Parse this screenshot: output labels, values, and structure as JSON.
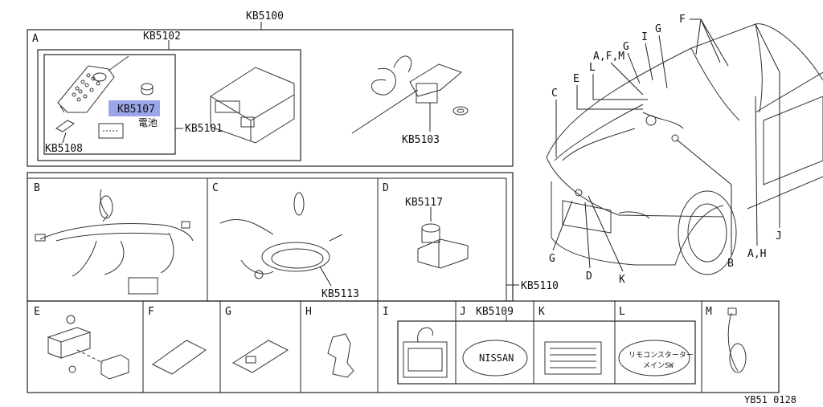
{
  "group_labels": {
    "kb5100": "KB5100",
    "kb5102": "KB5102",
    "kb5101": "KB5101",
    "kb5107": "KB5107",
    "battery": "電池",
    "kb5108": "KB5108",
    "kb5103": "KB5103",
    "kb5117": "KB5117",
    "kb5113": "KB5113",
    "kb5110": "KB5110",
    "kb5109": "KB5109"
  },
  "panel_letters": {
    "a": "A",
    "b": "B",
    "c": "C",
    "d": "D",
    "e": "E",
    "f": "F",
    "g": "G",
    "h": "H",
    "i": "I",
    "j": "J",
    "k": "K",
    "l": "L",
    "m": "M"
  },
  "car_callouts": {
    "c": "C",
    "e": "E",
    "l": "L",
    "afm": "A,F,M",
    "g_top": "G",
    "i": "I",
    "g_top2": "G",
    "f": "F",
    "g_bottom": "G",
    "d": "D",
    "k": "K",
    "b": "B",
    "ah": "A,H",
    "j": "J"
  },
  "label_texts": {
    "nissan": "NISSAN",
    "remote_line1": "リモコンスターター",
    "remote_line2": "メインSW"
  },
  "figure_id": "YB51 0128"
}
